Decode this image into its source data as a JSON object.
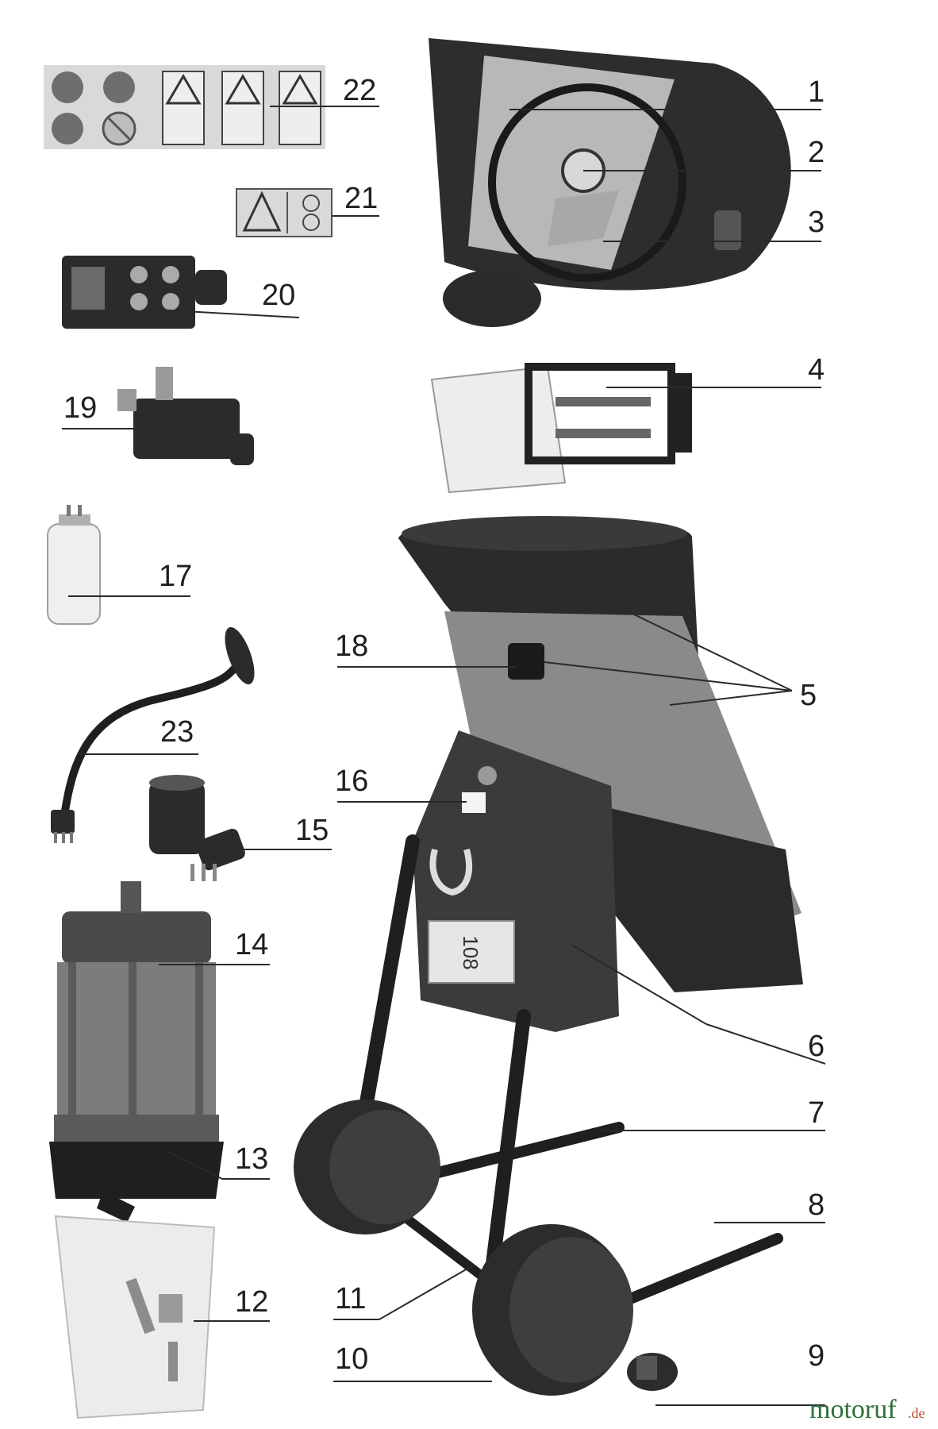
{
  "parts": [
    {
      "id": "label-1",
      "text": "1"
    },
    {
      "id": "label-2",
      "text": "2"
    },
    {
      "id": "label-3",
      "text": "3"
    },
    {
      "id": "label-4",
      "text": "4"
    },
    {
      "id": "label-5",
      "text": "5"
    },
    {
      "id": "label-6",
      "text": "6"
    },
    {
      "id": "label-7",
      "text": "7"
    },
    {
      "id": "label-8",
      "text": "8"
    },
    {
      "id": "label-9",
      "text": "9"
    },
    {
      "id": "label-10",
      "text": "10"
    },
    {
      "id": "label-11",
      "text": "11"
    },
    {
      "id": "label-12",
      "text": "12"
    },
    {
      "id": "label-13",
      "text": "13"
    },
    {
      "id": "label-14",
      "text": "14"
    },
    {
      "id": "label-15",
      "text": "15"
    },
    {
      "id": "label-16",
      "text": "16"
    },
    {
      "id": "label-17",
      "text": "17"
    },
    {
      "id": "label-18",
      "text": "18"
    },
    {
      "id": "label-19",
      "text": "19"
    },
    {
      "id": "label-20",
      "text": "20"
    },
    {
      "id": "label-21",
      "text": "21"
    },
    {
      "id": "label-22",
      "text": "22"
    },
    {
      "id": "label-23",
      "text": "23"
    }
  ],
  "plate": {
    "text": "108"
  },
  "watermark": {
    "brand": "motoruf",
    "suffix": ".de"
  }
}
